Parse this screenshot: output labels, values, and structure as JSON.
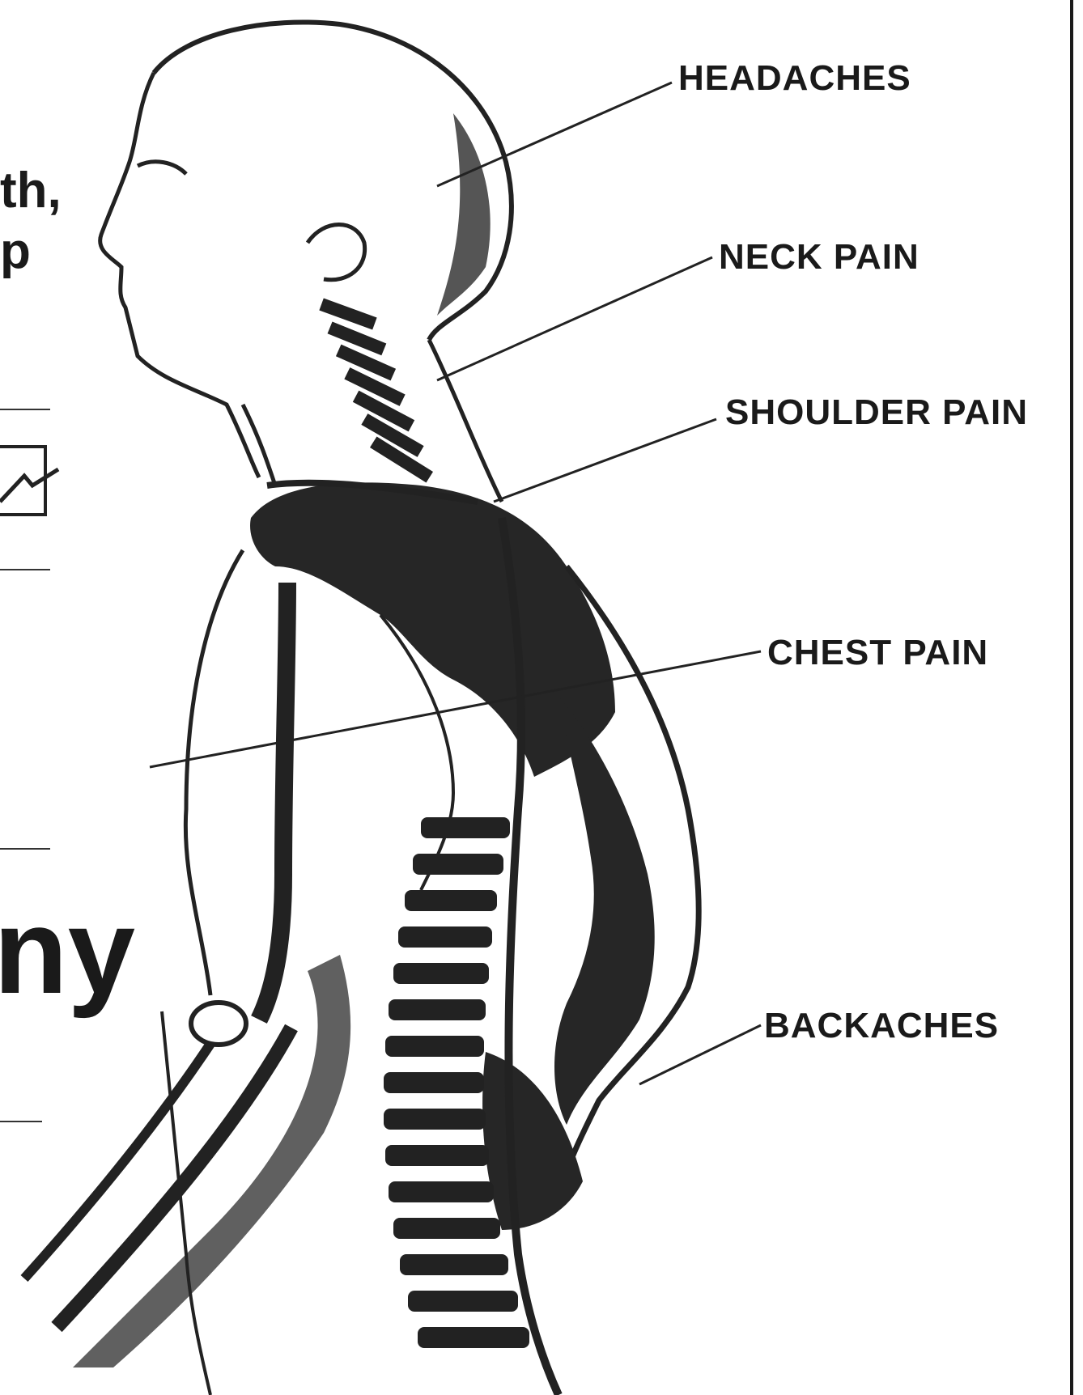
{
  "labels": {
    "headaches": "HEADACHES",
    "neck_pain": "NECK PAIN",
    "shoulder_pain": "SHOULDER PAIN",
    "chest_pain": "CHEST PAIN",
    "backaches": "BACKACHES"
  },
  "fragments": {
    "line1": "th,",
    "line2": "p",
    "big": "ny"
  },
  "colors": {
    "ink": "#1a1a1a",
    "paper": "#ffffff"
  }
}
